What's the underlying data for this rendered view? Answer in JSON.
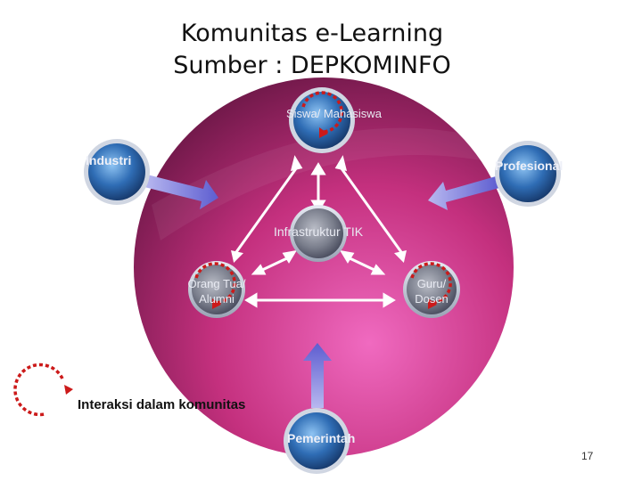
{
  "title_line1": "Komunitas e-Learning",
  "title_line2": "Sumber : DEPKOMINFO",
  "nodes": {
    "siswa": "Siswa/ Mahasiswa",
    "industri": "Industri",
    "profesional": "Profesional",
    "infrastruktur": "Infrastruktur TIK",
    "orangtua": "Orang Tua/ Alumni",
    "guru": "Guru/ Dosen",
    "pemerintah": "Pemerintah"
  },
  "legend": {
    "label": "Interaksi dalam komunitas"
  },
  "page_number": "17",
  "colors": {
    "circle": "#c4307e",
    "node": "#2f6db5",
    "arrow": "#6f6fd8",
    "interaction": "#cc1a1a"
  }
}
